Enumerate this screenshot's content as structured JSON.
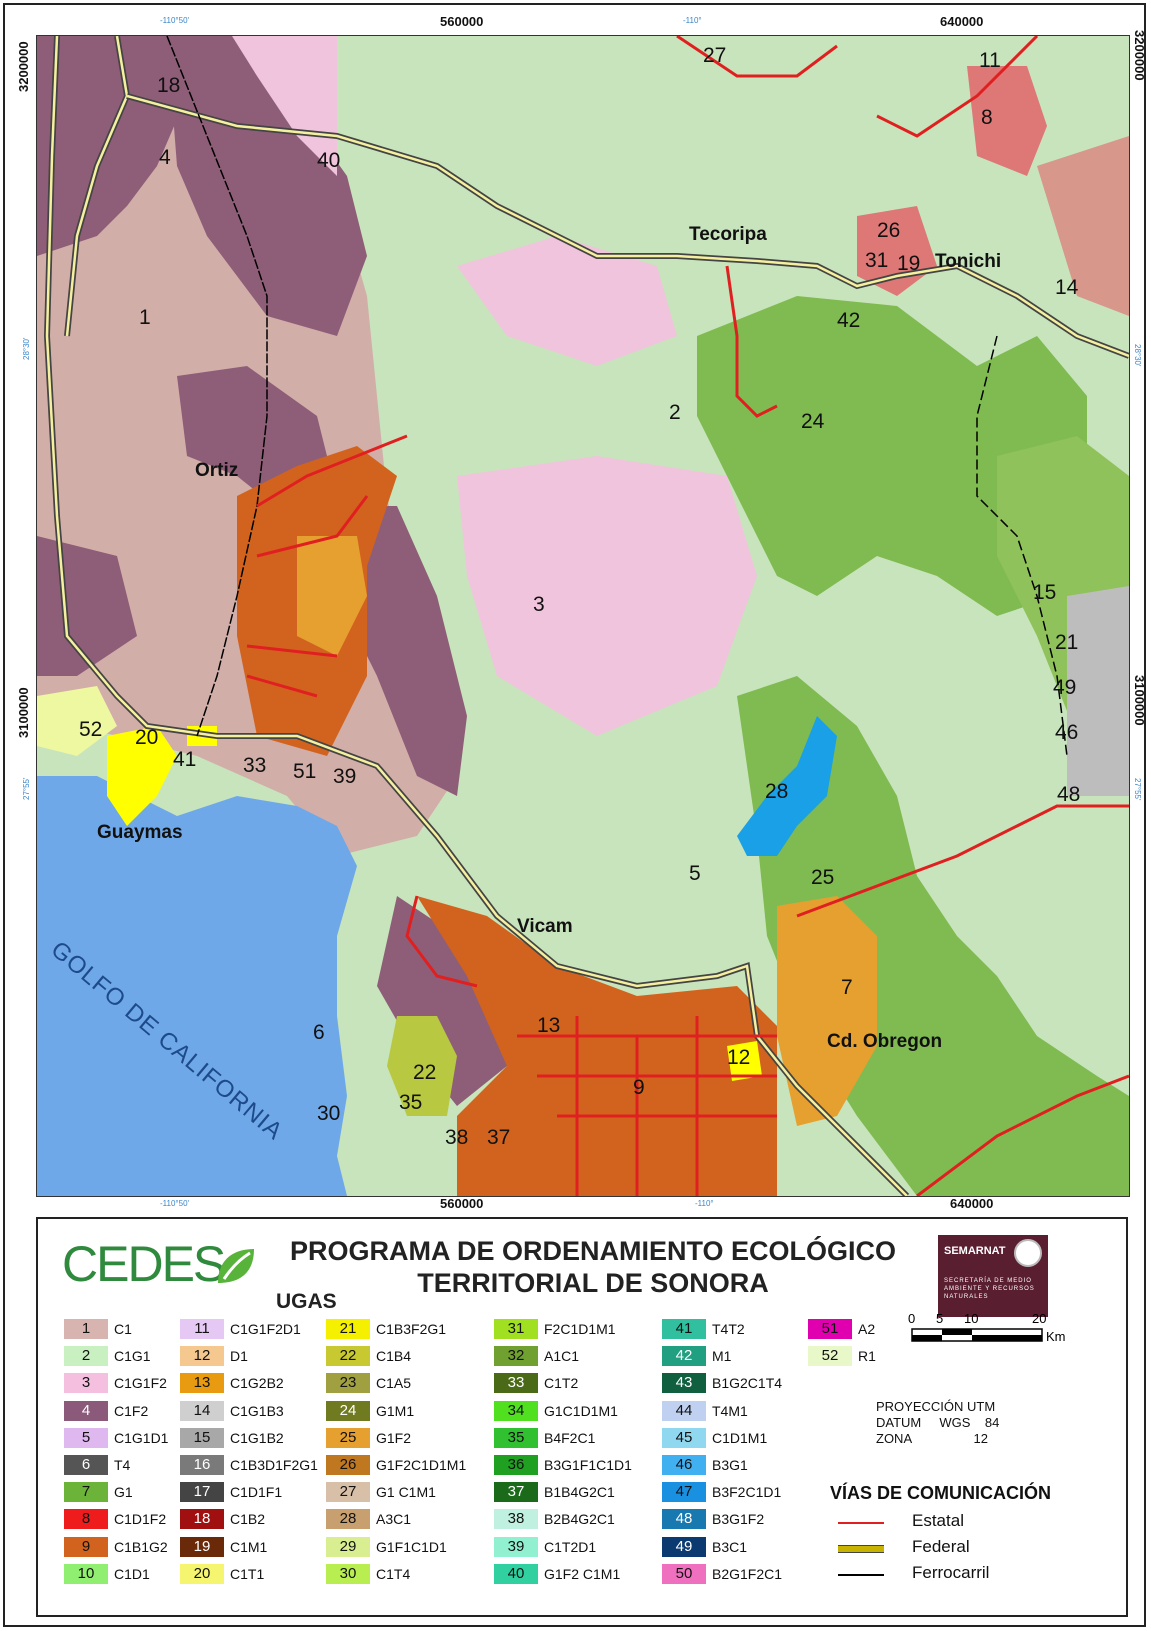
{
  "coords": {
    "top": [
      "-110°50'",
      "560000",
      "-110°",
      "640000"
    ],
    "bottom": [
      "-110°50'",
      "560000",
      "-110°",
      "640000"
    ],
    "left_y": [
      "3200000",
      "28°30'",
      "3100000",
      "27°55'"
    ],
    "right_y": [
      "3200000",
      "28°30'",
      "3100000",
      "27°55'"
    ]
  },
  "places": {
    "tecoripa": "Tecoripa",
    "tonichi": "Tonichi",
    "ortiz": "Ortiz",
    "guaymas": "Guaymas",
    "vicam": "Vicam",
    "obregon": "Cd. Obregon",
    "gulf": "GOLFO DE CALIFORNIA"
  },
  "unit_numbers": [
    "18",
    "4",
    "40",
    "27",
    "11",
    "8",
    "26",
    "31",
    "19",
    "14",
    "42",
    "1",
    "2",
    "24",
    "3",
    "15",
    "21",
    "49",
    "46",
    "48",
    "28",
    "25",
    "5",
    "7",
    "12",
    "9",
    "13",
    "22",
    "35",
    "30",
    "6",
    "38",
    "37",
    "52",
    "20",
    "41",
    "33",
    "51",
    "39"
  ],
  "legend": {
    "logo": "CEDES",
    "title_line1": "PROGRAMA DE ORDENAMIENTO ECOLÓGICO",
    "title_line2": "TERRITORIAL  DE SONORA",
    "ugas": "UGAS",
    "semarnat": "SEMARNAT",
    "semarnat_sub": "SECRETARÍA DE MEDIO AMBIENTE Y RECURSOS NATURALES",
    "items": [
      {
        "n": "1",
        "label": "C1",
        "color": "#d8b4b0"
      },
      {
        "n": "2",
        "label": "C1G1",
        "color": "#c8f0c0"
      },
      {
        "n": "3",
        "label": "C1G1F2",
        "color": "#f5c0e0"
      },
      {
        "n": "4",
        "label": "C1F2",
        "color": "#8b5a7a"
      },
      {
        "n": "5",
        "label": "C1G1D1",
        "color": "#e0b8f0"
      },
      {
        "n": "6",
        "label": "T4",
        "color": "#555555"
      },
      {
        "n": "7",
        "label": "G1",
        "color": "#6cb33a"
      },
      {
        "n": "8",
        "label": "C1D1F2",
        "color": "#ee1c1c"
      },
      {
        "n": "9",
        "label": "C1B1G2",
        "color": "#d2631e"
      },
      {
        "n": "10",
        "label": "C1D1",
        "color": "#90ee70"
      },
      {
        "n": "11",
        "label": "C1G1F2D1",
        "color": "#e6c8f5"
      },
      {
        "n": "12",
        "label": "D1",
        "color": "#f5c890"
      },
      {
        "n": "13",
        "label": "C1G2B2",
        "color": "#e89b10"
      },
      {
        "n": "14",
        "label": "C1G1B3",
        "color": "#cfcfcf"
      },
      {
        "n": "15",
        "label": "C1G1B2",
        "color": "#a8a8a8"
      },
      {
        "n": "16",
        "label": "C1B3D1F2G1",
        "color": "#7a7a7a"
      },
      {
        "n": "17",
        "label": "C1D1F1",
        "color": "#444444"
      },
      {
        "n": "18",
        "label": "C1B2",
        "color": "#a01010"
      },
      {
        "n": "19",
        "label": "C1M1",
        "color": "#6a2a0a"
      },
      {
        "n": "20",
        "label": "C1T1",
        "color": "#f5f570"
      },
      {
        "n": "21",
        "label": "C1B3F2G1",
        "color": "#f5f000"
      },
      {
        "n": "22",
        "label": "C1B4",
        "color": "#c8c830"
      },
      {
        "n": "23",
        "label": "C1A5",
        "color": "#a0a040"
      },
      {
        "n": "24",
        "label": "G1M1",
        "color": "#707a20"
      },
      {
        "n": "25",
        "label": "G1F2",
        "color": "#e6a030"
      },
      {
        "n": "26",
        "label": "G1F2C1D1M1",
        "color": "#c07820"
      },
      {
        "n": "27",
        "label": "G1 C1M1",
        "color": "#d8c0a8"
      },
      {
        "n": "28",
        "label": "A3C1",
        "color": "#c8a070"
      },
      {
        "n": "29",
        "label": "G1F1C1D1",
        "color": "#d8ee90"
      },
      {
        "n": "30",
        "label": "C1T4",
        "color": "#b8ee50"
      },
      {
        "n": "31",
        "label": "F2C1D1M1",
        "color": "#a0e020"
      },
      {
        "n": "32",
        "label": "A1C1",
        "color": "#70a030"
      },
      {
        "n": "33",
        "label": "C1T2",
        "color": "#4a6a18"
      },
      {
        "n": "34",
        "label": "G1C1D1M1",
        "color": "#50e020"
      },
      {
        "n": "35",
        "label": "B4F2C1",
        "color": "#30c030"
      },
      {
        "n": "36",
        "label": "B3G1F1C1D1",
        "color": "#20a020"
      },
      {
        "n": "37",
        "label": "B1B4G2C1",
        "color": "#1a6a1a"
      },
      {
        "n": "38",
        "label": "B2B4G2C1",
        "color": "#c0f0e0"
      },
      {
        "n": "39",
        "label": "C1T2D1",
        "color": "#90f0d0"
      },
      {
        "n": "40",
        "label": "G1F2 C1M1",
        "color": "#30d0a0"
      },
      {
        "n": "41",
        "label": "T4T2",
        "color": "#30c0a0"
      },
      {
        "n": "42",
        "label": "M1",
        "color": "#20a080"
      },
      {
        "n": "43",
        "label": "B1G2C1T4",
        "color": "#106040"
      },
      {
        "n": "44",
        "label": "T4M1",
        "color": "#c0d0f0"
      },
      {
        "n": "45",
        "label": "C1D1M1",
        "color": "#90d8f0"
      },
      {
        "n": "46",
        "label": "B3G1",
        "color": "#40b0f0"
      },
      {
        "n": "47",
        "label": "B3F2C1D1",
        "color": "#1a90e0"
      },
      {
        "n": "48",
        "label": "B3G1F2",
        "color": "#1878b0"
      },
      {
        "n": "49",
        "label": "B3C1",
        "color": "#0a3a70"
      },
      {
        "n": "50",
        "label": "B2G1F2C1",
        "color": "#f070c0"
      },
      {
        "n": "51",
        "label": "A2",
        "color": "#e000b0"
      },
      {
        "n": "52",
        "label": "R1",
        "color": "#e8f8c8"
      }
    ],
    "scale": {
      "ticks": [
        "0",
        "5",
        "10",
        "20"
      ],
      "unit": "Km"
    },
    "projection": {
      "line1": "PROYECCIÓN UTM",
      "line2a": "DATUM",
      "line2b": "WGS",
      "line2c": "84",
      "line3a": "ZONA",
      "line3b": "12"
    },
    "vias_title": "VÍAS DE COMUNICACIÓN",
    "vias": [
      {
        "label": "Estatal",
        "color": "#e02020"
      },
      {
        "label": "Federal",
        "color": "#c8b400"
      },
      {
        "label": "Ferrocarril",
        "color": "#000000"
      }
    ]
  }
}
